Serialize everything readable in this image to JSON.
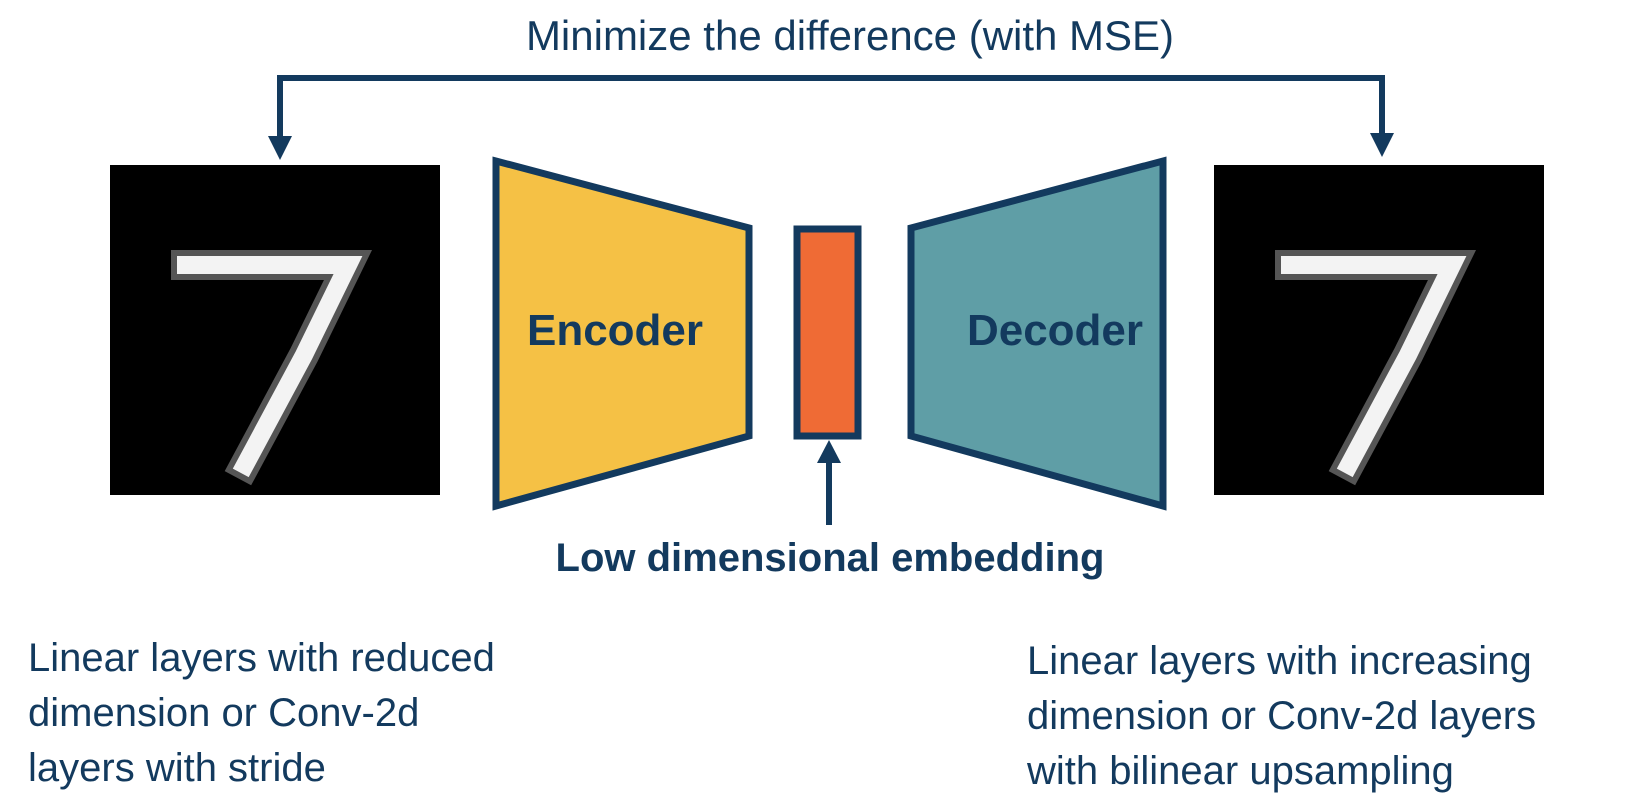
{
  "colors": {
    "navy": "#133a5e",
    "encoder_fill": "#f5c145",
    "decoder_fill": "#5f9ea6",
    "embedding_fill": "#ef6b35",
    "image_bg": "#000000"
  },
  "title": "Minimize the difference (with MSE)",
  "encoder": {
    "label": "Encoder"
  },
  "decoder": {
    "label": "Decoder"
  },
  "embedding": {
    "label": "Low dimensional embedding"
  },
  "input_image": {
    "subject": "handwritten digit 7"
  },
  "output_image": {
    "subject": "handwritten digit 7"
  },
  "encoder_description": {
    "lines": [
      "Linear layers with reduced",
      "dimension or Conv-2d",
      "layers with stride"
    ]
  },
  "decoder_description": {
    "lines": [
      "Linear layers with increasing",
      "dimension or Conv-2d layers",
      "with bilinear upsampling"
    ]
  }
}
